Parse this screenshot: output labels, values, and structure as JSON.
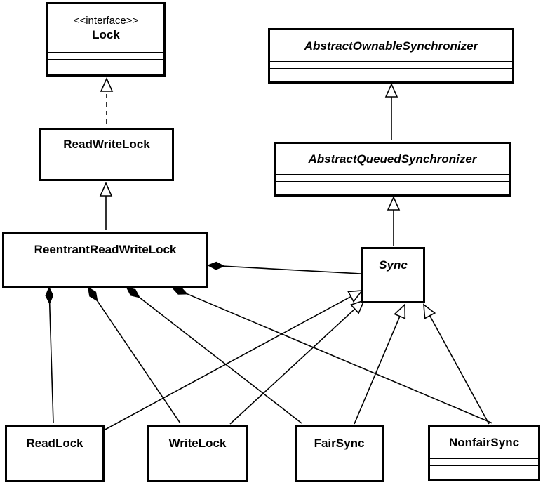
{
  "diagram": {
    "classes": {
      "lock": {
        "stereotype": "<<interface>>",
        "name": "Lock"
      },
      "read_write_lock": {
        "name": "ReadWriteLock"
      },
      "reentrant_read_write_lock": {
        "name": "ReentrantReadWriteLock"
      },
      "abstract_ownable_synchronizer": {
        "name": "AbstractOwnableSynchronizer",
        "abstract": true
      },
      "abstract_queued_synchronizer": {
        "name": "AbstractQueuedSynchronizer",
        "abstract": true
      },
      "sync": {
        "name": "Sync",
        "abstract": true
      },
      "read_lock": {
        "name": "ReadLock"
      },
      "write_lock": {
        "name": "WriteLock"
      },
      "fair_sync": {
        "name": "FairSync"
      },
      "nonfair_sync": {
        "name": "NonfairSync"
      }
    },
    "relationships": [
      {
        "kind": "realization",
        "from": "read_write_lock",
        "to": "lock"
      },
      {
        "kind": "generalization",
        "from": "reentrant_read_write_lock",
        "to": "read_write_lock"
      },
      {
        "kind": "generalization",
        "from": "abstract_queued_synchronizer",
        "to": "abstract_ownable_synchronizer"
      },
      {
        "kind": "generalization",
        "from": "sync",
        "to": "abstract_queued_synchronizer"
      },
      {
        "kind": "composition",
        "whole": "reentrant_read_write_lock",
        "part": "sync"
      },
      {
        "kind": "composition",
        "whole": "reentrant_read_write_lock",
        "part": "read_lock"
      },
      {
        "kind": "composition",
        "whole": "reentrant_read_write_lock",
        "part": "write_lock"
      },
      {
        "kind": "composition",
        "whole": "reentrant_read_write_lock",
        "part": "fair_sync"
      },
      {
        "kind": "composition",
        "whole": "reentrant_read_write_lock",
        "part": "nonfair_sync"
      },
      {
        "kind": "generalization",
        "from": "read_lock",
        "to": "sync"
      },
      {
        "kind": "generalization",
        "from": "write_lock",
        "to": "sync"
      },
      {
        "kind": "generalization",
        "from": "fair_sync",
        "to": "sync"
      },
      {
        "kind": "generalization",
        "from": "nonfair_sync",
        "to": "sync"
      }
    ]
  }
}
